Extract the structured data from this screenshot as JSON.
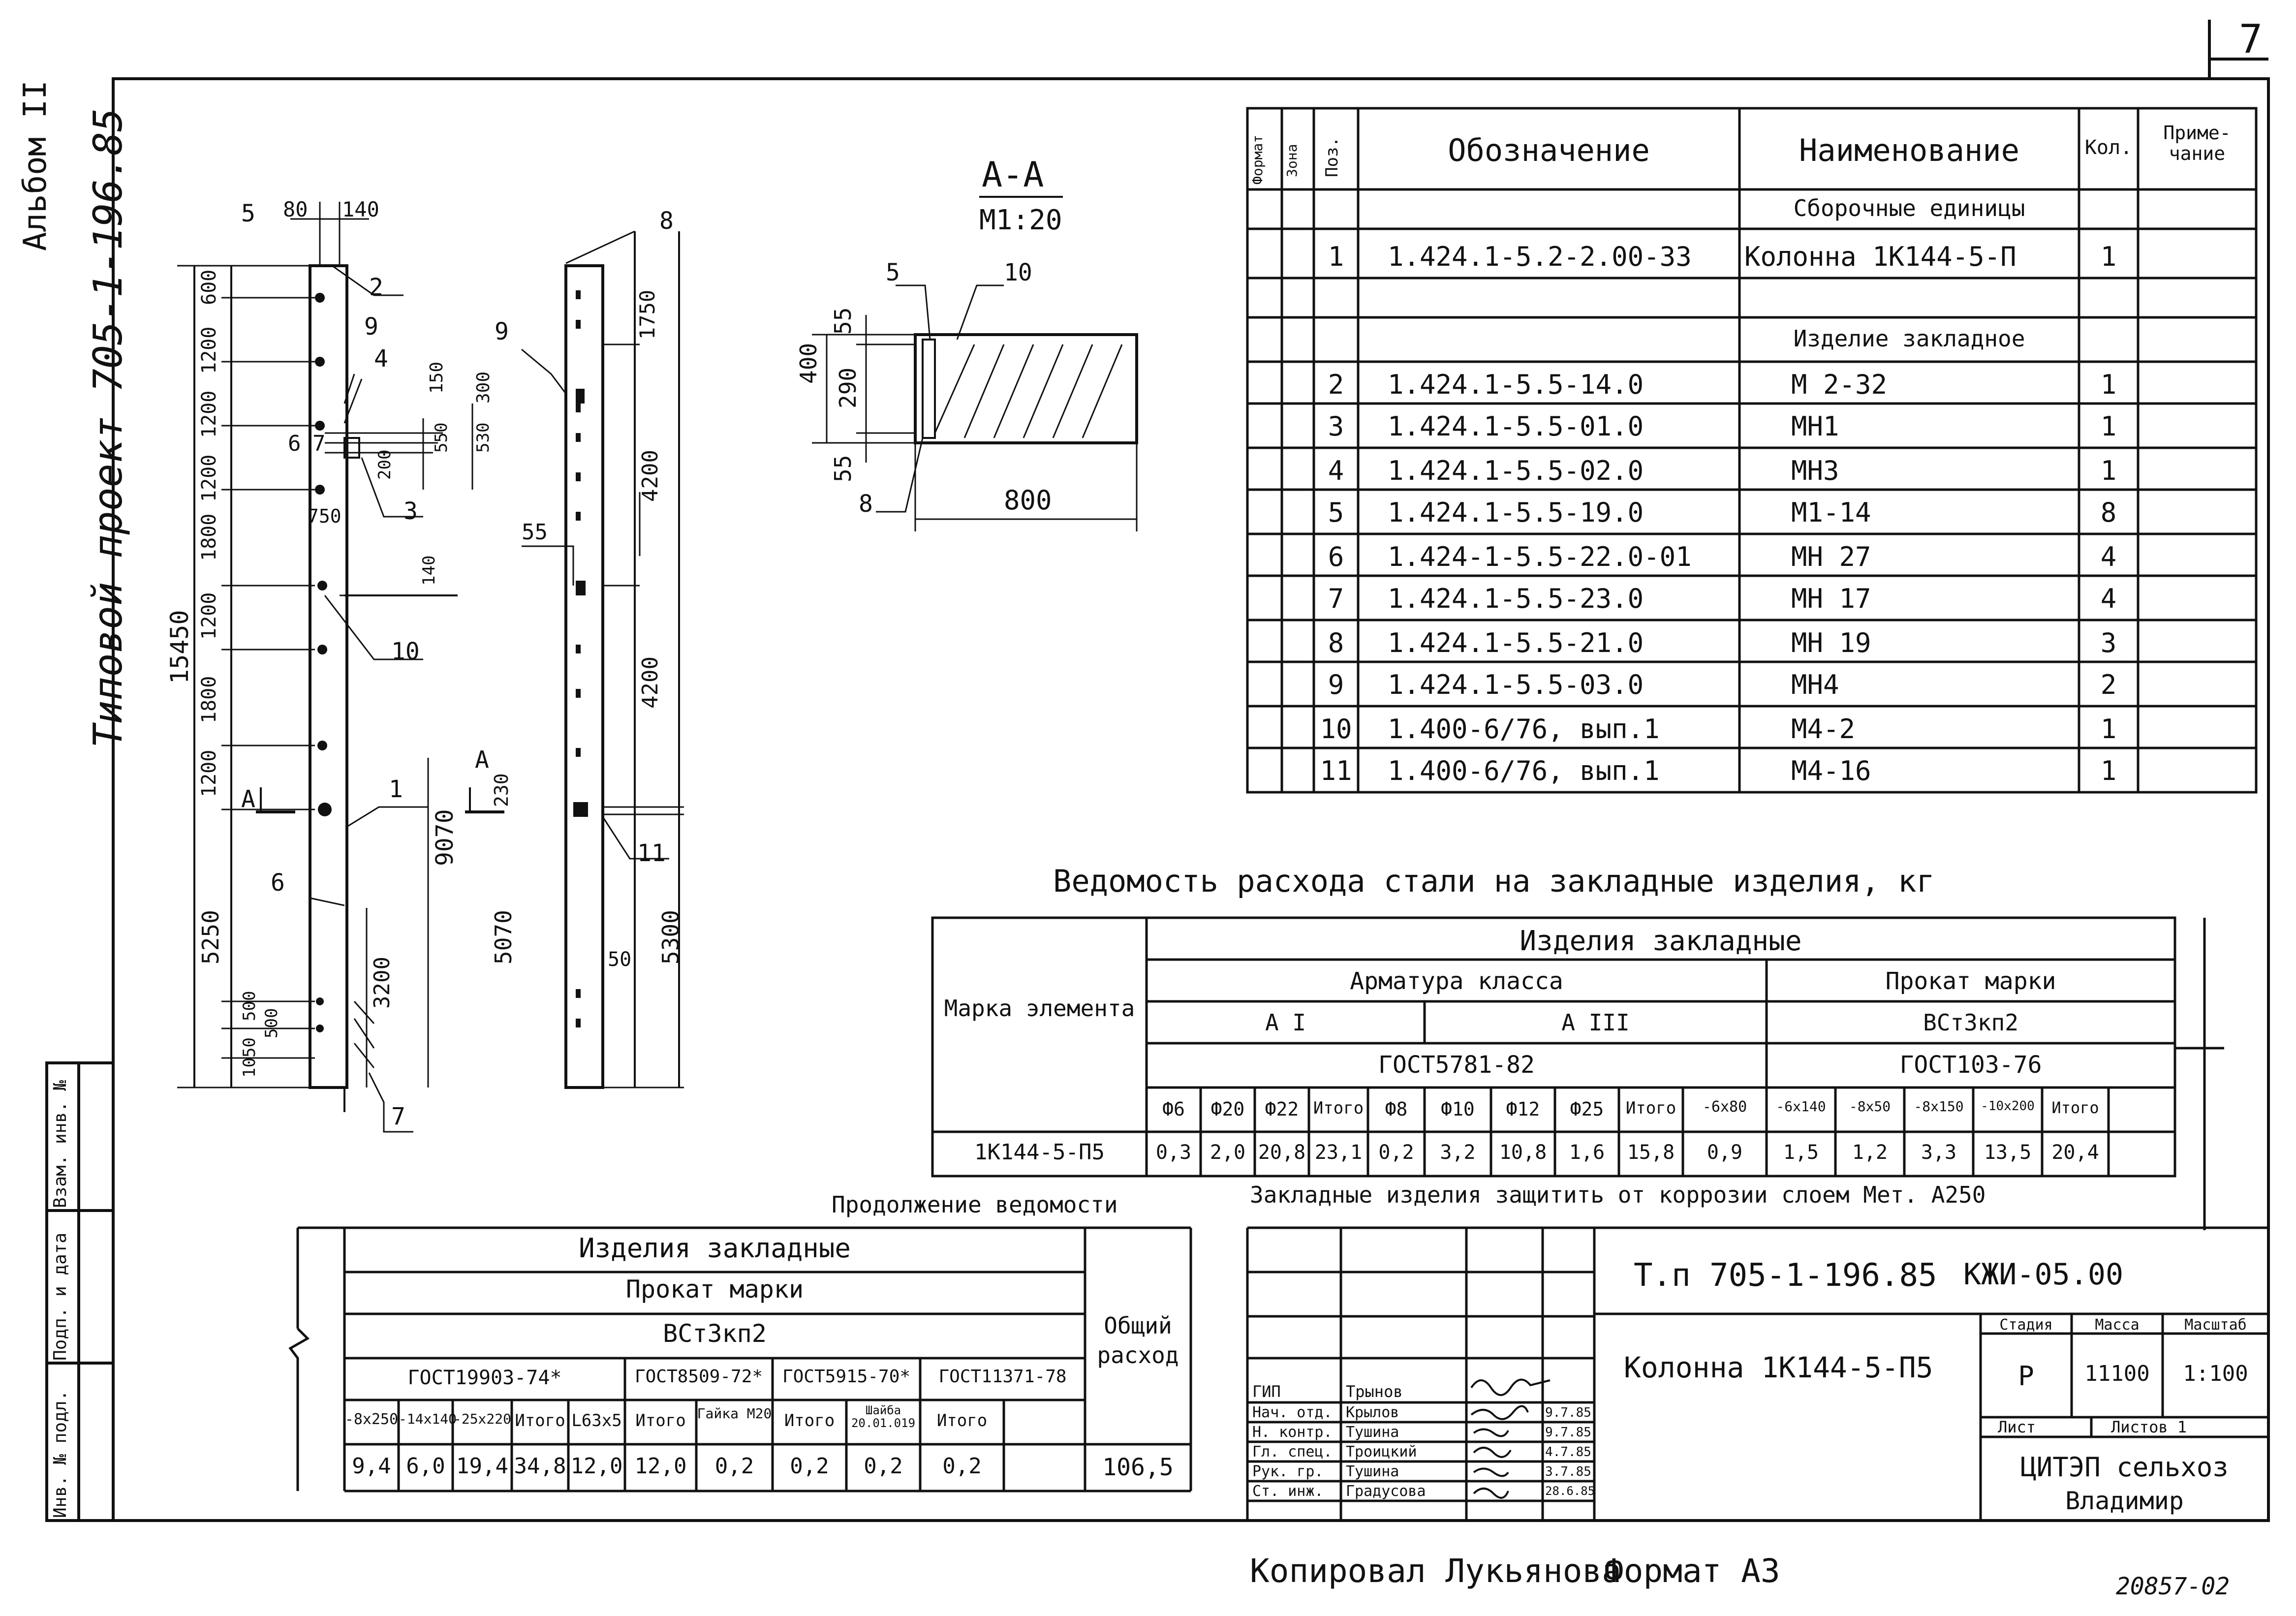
{
  "corner": {
    "sheet_no": "7"
  },
  "margin": {
    "album": "Альбом II",
    "project": "Типовой проект 705-1-196.85"
  },
  "left_stamp": [
    "Инв. № подл.",
    "Подп. и дата",
    "Взам. инв. №"
  ],
  "section": {
    "title": "А-А",
    "scale": "М1:20",
    "dims": {
      "d55a": "55",
      "d400": "400",
      "d290": "290",
      "d55b": "55",
      "d800": "800",
      "p5": "5",
      "p10": "10",
      "p8": "8"
    }
  },
  "elev": {
    "left_dims": [
      "600",
      "1200",
      "1200",
      "1200",
      "1800",
      "1200",
      "1800",
      "1200",
      "5250",
      "500",
      "1050",
      "500"
    ],
    "total": "15450",
    "top_dims": [
      "5",
      "80",
      "140"
    ],
    "callouts": [
      "2",
      "9",
      "4",
      "6",
      "7",
      "3",
      "10",
      "1",
      "6",
      "7"
    ],
    "small_dims": [
      "150",
      "300",
      "550",
      "530",
      "200",
      "750",
      "140",
      "3200",
      "9070"
    ],
    "right_top": [
      "8",
      "9",
      "55",
      "11"
    ],
    "right_dims": [
      "1750",
      "4200",
      "4200",
      "230",
      "5070",
      "50",
      "5300"
    ],
    "mark_a": "А"
  },
  "spec": {
    "headers": [
      "Формат",
      "Зона",
      "Поз.",
      "Обозначение",
      "Наименование",
      "Кол.",
      "Приме-чание"
    ],
    "groups": {
      "g1": "Сборочные единицы",
      "g2": "Изделие закладное"
    },
    "rows": [
      {
        "pos": "1",
        "des": "1.424.1-5.2-2.00-33",
        "name": "Колонна 1К144-5-П",
        "qty": "1"
      },
      {
        "pos": "2",
        "des": "1.424.1-5.5-14.0",
        "name": "М 2-32",
        "qty": "1"
      },
      {
        "pos": "3",
        "des": "1.424.1-5.5-01.0",
        "name": "МН1",
        "qty": "1"
      },
      {
        "pos": "4",
        "des": "1.424.1-5.5-02.0",
        "name": "МН3",
        "qty": "1"
      },
      {
        "pos": "5",
        "des": "1.424.1-5.5-19.0",
        "name": "М1-14",
        "qty": "8"
      },
      {
        "pos": "6",
        "des": "1.424-1-5.5-22.0-01",
        "name": "МН 27",
        "qty": "4"
      },
      {
        "pos": "7",
        "des": "1.424.1-5.5-23.0",
        "name": "МН 17",
        "qty": "4"
      },
      {
        "pos": "8",
        "des": "1.424.1-5.5-21.0",
        "name": "МН 19",
        "qty": "3"
      },
      {
        "pos": "9",
        "des": "1.424.1-5.5-03.0",
        "name": "МН4",
        "qty": "2"
      },
      {
        "pos": "10",
        "des": "1.400-6/76, вып.1",
        "name": "М4-2",
        "qty": "1"
      },
      {
        "pos": "11",
        "des": "1.400-6/76, вып.1",
        "name": "М4-16",
        "qty": "1"
      }
    ]
  },
  "steel": {
    "title": "Ведомость расхода стали на закладные изделия, кг",
    "mark_label": "Марка элемента",
    "h1": "Изделия закладные",
    "h2a": "Арматура класса",
    "h2b": "Прокат марки",
    "h3a": "А I",
    "h3b": "А III",
    "h3c": "ВСт3кп2",
    "h4a": "ГОСТ5781-82",
    "h4b": "ГОСТ103-76",
    "cols": [
      "Ф6",
      "Ф20",
      "Ф22",
      "Итого",
      "Ф8",
      "Ф10",
      "Ф12",
      "Ф25",
      "Итого",
      "-6х80",
      "-6х140",
      "-8х50",
      "-8х150",
      "-10х200",
      "Итого"
    ],
    "row_mark": "1К144-5-П5",
    "vals": [
      "0,3",
      "2,0",
      "20,8",
      "23,1",
      "0,2",
      "3,2",
      "10,8",
      "1,6",
      "15,8",
      "0,9",
      "1,5",
      "1,2",
      "3,3",
      "13,5",
      "20,4"
    ]
  },
  "note": "Закладные изделия защитить от коррозии слоем Мет. А250",
  "cont": {
    "title": "Продолжение ведомости",
    "h1": "Изделия закладные",
    "h2": "Прокат марки",
    "h3": "ВСт3кп2",
    "gost": [
      "ГОСТ19903-74*",
      "ГОСТ8509-72*",
      "ГОСТ5915-70*",
      "ГОСТ11371-78"
    ],
    "total_label": "Общий расход",
    "cols": [
      "-8х250",
      "-14х140",
      "-25х220",
      "Итого",
      "L63х5",
      "Итого",
      "Гайка М20",
      "Итого",
      "Шайба 20.01.019",
      "Итого"
    ],
    "vals": [
      "9,4",
      "6,0",
      "19,4",
      "34,8",
      "12,0",
      "12,0",
      "0,2",
      "0,2",
      "0,2",
      "0,2"
    ],
    "total": "106,5"
  },
  "title_block": {
    "code": "Т.п 705-1-196.85",
    "doc": "КЖИ-05.00",
    "name": "Колонна 1К144-5-П5",
    "h_stage": "Стадия",
    "h_mass": "Масса",
    "h_scale": "Масштаб",
    "stage": "Р",
    "mass": "11100",
    "scale": "1:100",
    "sheet": "Лист",
    "sheets": "Листов 1",
    "org1": "ЦИТЭП сельхоз",
    "org2": "Владимир",
    "people": [
      {
        "role": "ГИП",
        "name": "Трынов",
        "date": ""
      },
      {
        "role": "Нач. отд.",
        "name": "Крылов",
        "date": "9.7.85"
      },
      {
        "role": "Н. контр.",
        "name": "Тушина",
        "date": "9.7.85"
      },
      {
        "role": "Гл. спец.",
        "name": "Троицкий",
        "date": "4.7.85"
      },
      {
        "role": "Рук. гр.",
        "name": "Тушина",
        "date": "3.7.85"
      },
      {
        "role": "Ст. инж.",
        "name": "Градусова",
        "date": "28.6.85"
      }
    ]
  },
  "footer": {
    "copied": "Копировал Лукьянова",
    "format": "Формат А3",
    "inv": "20857-02"
  }
}
